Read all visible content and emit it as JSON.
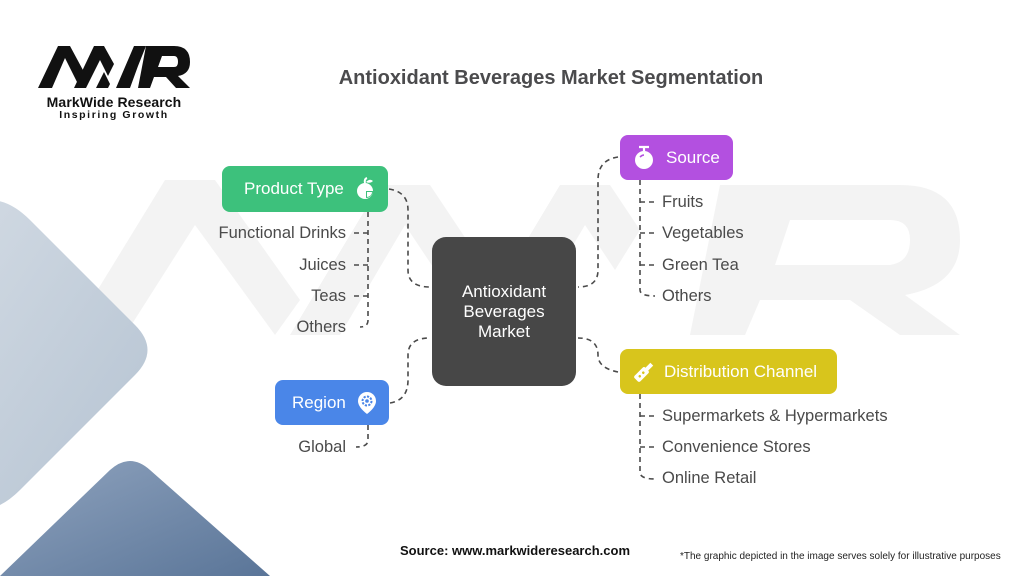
{
  "brand": {
    "logo_text": "MWR",
    "name": "MarkWide Research",
    "tagline": "Inspiring Growth"
  },
  "title": "Antioxidant Beverages Market Segmentation",
  "center": {
    "line1": "Antioxidant",
    "line2": "Beverages",
    "line3": "Market",
    "color": "#474747"
  },
  "segments": [
    {
      "id": "product-type",
      "label": "Product Type",
      "icon": "fruit-icon",
      "color": "#3dc17c",
      "items": [
        "Functional Drinks",
        "Juices",
        "Teas",
        "Others"
      ]
    },
    {
      "id": "region",
      "label": "Region",
      "icon": "location-pin-icon",
      "color": "#4a86e8",
      "items": [
        "Global"
      ]
    },
    {
      "id": "source",
      "label": "Source",
      "icon": "fruit-apple-icon",
      "color": "#b350e0",
      "items": [
        "Fruits",
        "Vegetables",
        "Green Tea",
        "Others"
      ]
    },
    {
      "id": "distribution-channel",
      "label": "Distribution Channel",
      "icon": "bottle-icon",
      "color": "#d8c51c",
      "items": [
        "Supermarkets & Hypermarkets",
        "Convenience Stores",
        "Online Retail"
      ]
    }
  ],
  "footer": {
    "source": "Source: www.markwideresearch.com",
    "disclaimer": "*The graphic depicted in the image serves solely for illustrative purposes"
  }
}
